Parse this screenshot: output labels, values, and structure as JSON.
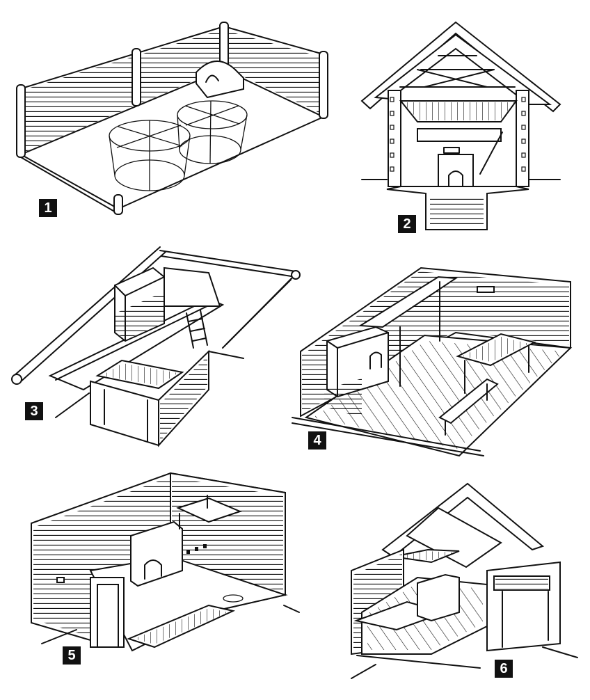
{
  "illustrations": [
    {
      "id": "1",
      "label": "1"
    },
    {
      "id": "2",
      "label": "2"
    },
    {
      "id": "3",
      "label": "3"
    },
    {
      "id": "4",
      "label": "4"
    },
    {
      "id": "5",
      "label": "5"
    },
    {
      "id": "6",
      "label": "6"
    }
  ]
}
